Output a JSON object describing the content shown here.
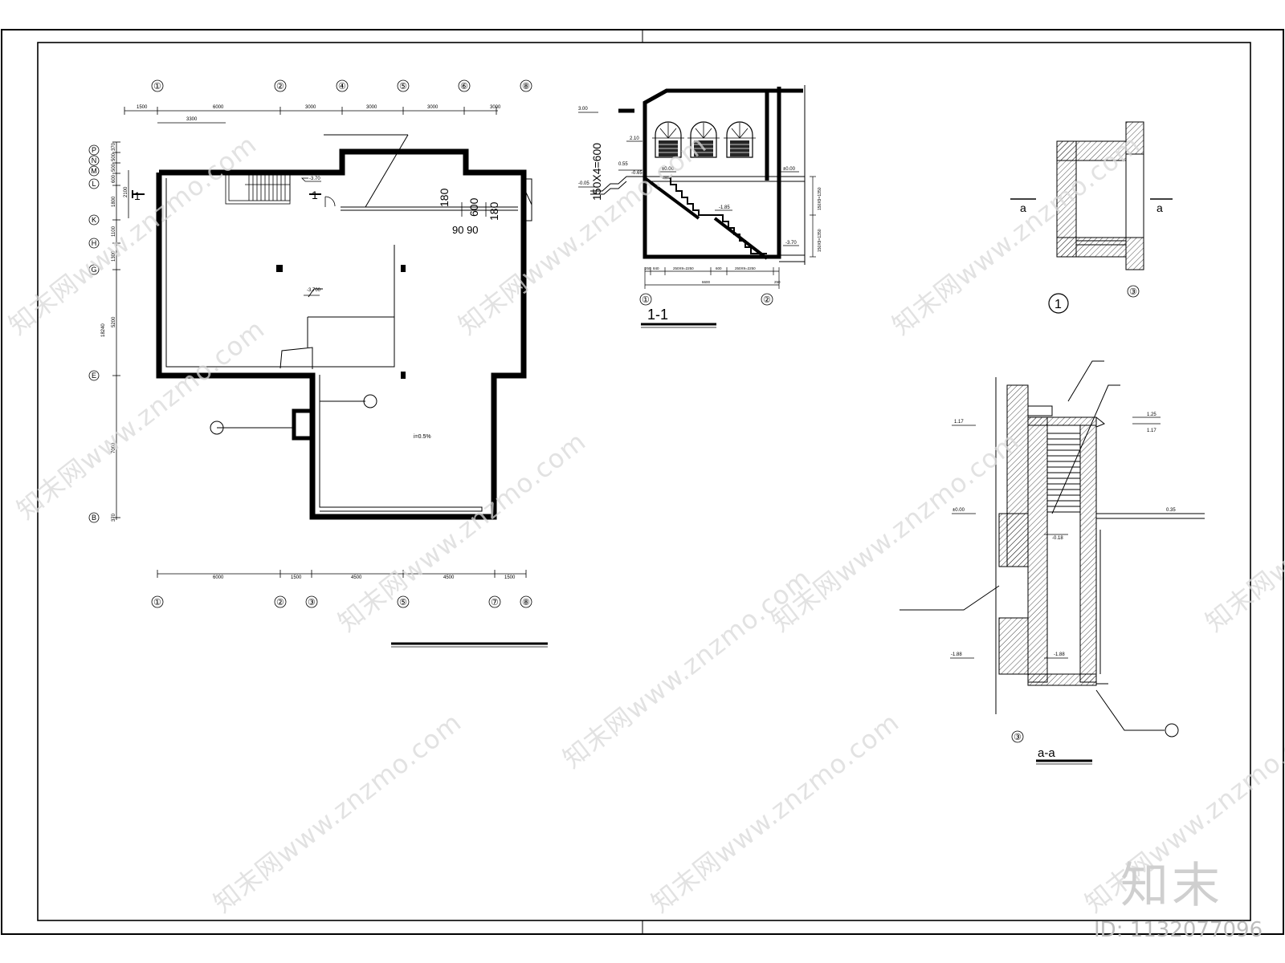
{
  "plan": {
    "top_axes": [
      "①",
      "②",
      "④",
      "⑤",
      "⑥",
      "⑧"
    ],
    "top_dims": [
      "1500",
      "6000",
      "3000",
      "3000",
      "3000",
      "3000"
    ],
    "top_sub_dim": "3300",
    "left_axes": [
      "P",
      "N",
      "M",
      "L",
      "K",
      "H",
      "G",
      "E",
      "B"
    ],
    "left_dims": [
      "370",
      "500",
      "500",
      "600",
      "2100",
      "1800",
      "1100",
      "1300",
      "5200",
      "7000",
      "370"
    ],
    "left_total": "18240",
    "bottom_axes": [
      "①",
      "②",
      "③",
      "⑤",
      "⑦",
      "⑧"
    ],
    "bottom_dims": [
      "6000",
      "1500",
      "4500",
      "4500",
      "1500"
    ],
    "section_mark": "1",
    "elev_stair": "-3.70",
    "elev_floor": "-3.700",
    "slope": "i=0.5%",
    "dim_180": "180",
    "dim_600": "600",
    "dim_9090": "90 90"
  },
  "section": {
    "title": "1-1",
    "steps": "150X4=600",
    "elevs": [
      "3.00",
      "2.10",
      "0.55",
      "-0.05",
      "±0.00",
      "±0.00",
      "-1.85",
      "-3.70",
      "-0.65"
    ],
    "right_dims": [
      "150X9=1350",
      "150X9=1350"
    ],
    "bottom_dims": [
      "250",
      "840",
      "250X9=2250",
      "600",
      "250X9=2250",
      "250"
    ],
    "bottom_total": "6600",
    "axis_left": "①",
    "axis_right": "②"
  },
  "detail": {
    "id": "1",
    "axis": "③",
    "cut_a": "a",
    "cut_b": "a"
  },
  "detail_aa": {
    "title": "a-a",
    "axis": "③",
    "elevs": [
      "1.17",
      "1.25",
      "1.17",
      "±0.00",
      "0.35",
      "-0.18",
      "-1.88",
      "-1.88"
    ]
  },
  "watermark": {
    "text": "知末网www.znzmo.com",
    "brand": "知末",
    "image_id": "ID: 1132077096"
  }
}
